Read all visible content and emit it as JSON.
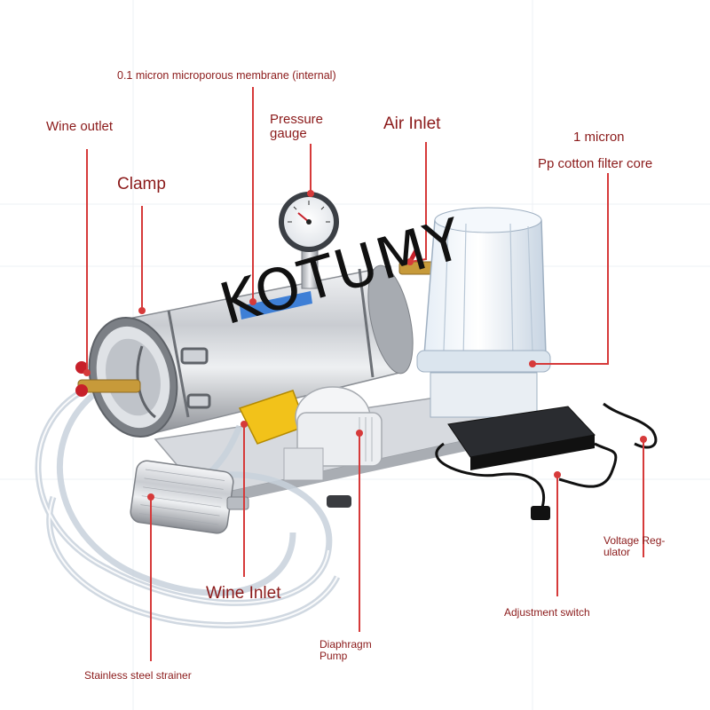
{
  "labels": {
    "membrane": "0.1 micron microporous membrane (internal)",
    "wine_outlet": "Wine outlet",
    "pressure_gauge_line1": "Pressure",
    "pressure_gauge_line2": "gauge",
    "air_inlet": "Air Inlet",
    "micron_line1": "1 micron",
    "micron_line2": "Pp cotton filter core",
    "clamp": "Clamp",
    "voltage_regulator": "Voltage Reg- ulator",
    "wine_inlet": "Wine Inlet",
    "adjustment_switch": "Adjustment switch",
    "diaphragm_line1": "Diaphragm",
    "diaphragm_line2": "Pump",
    "strainer": "Stainless steel strainer"
  },
  "watermark": "KOTUMY",
  "colors": {
    "label_text": "#8b1a1a",
    "leader_line": "#d63a3a",
    "background": "#ffffff"
  }
}
